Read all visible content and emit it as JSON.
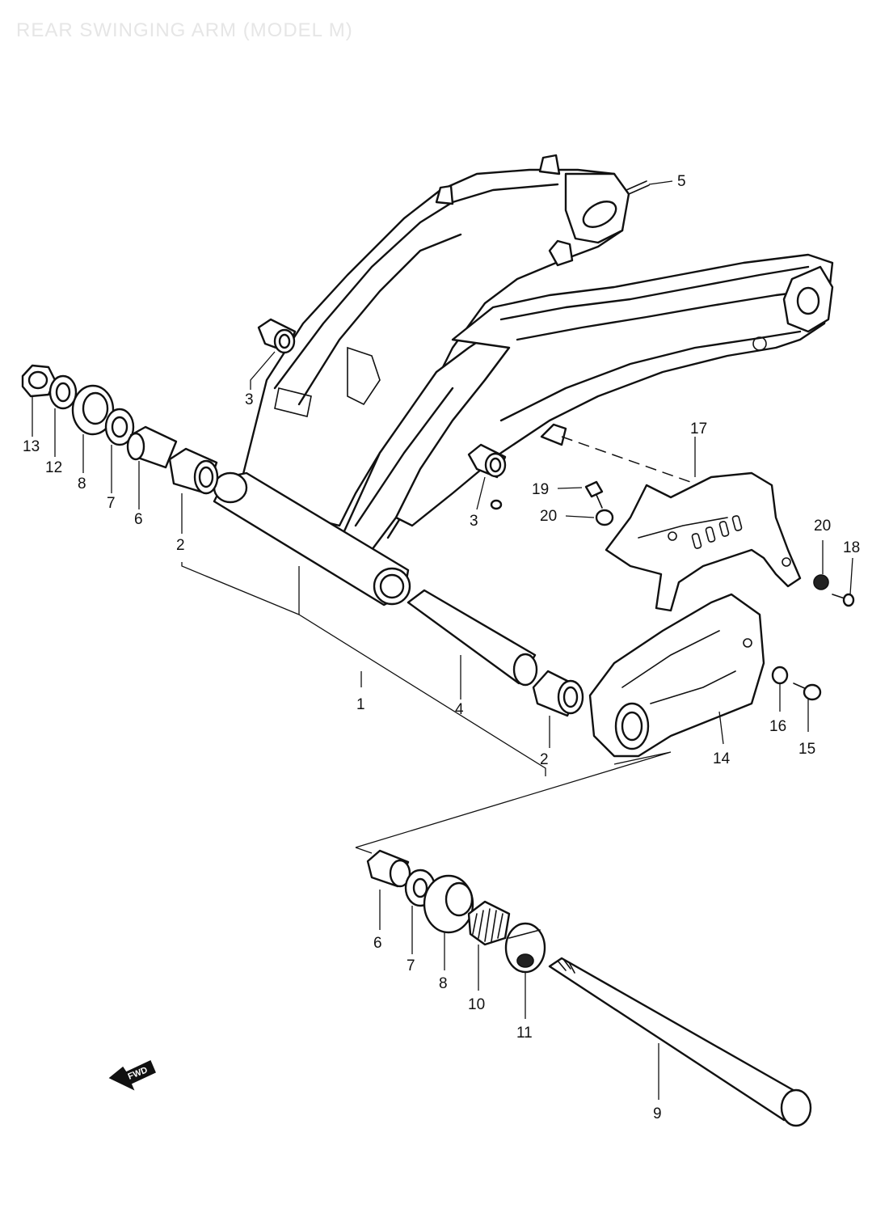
{
  "title": "REAR SWINGING ARM (MODEL M)",
  "forward_label": "FWD",
  "callouts": {
    "c1": "1",
    "c2a": "2",
    "c2b": "2",
    "c3a": "3",
    "c3b": "3",
    "c4": "4",
    "c5": "5",
    "c6a": "6",
    "c6b": "6",
    "c7a": "7",
    "c7b": "7",
    "c8a": "8",
    "c8b": "8",
    "c9": "9",
    "c10": "10",
    "c11": "11",
    "c12": "12",
    "c13": "13",
    "c14": "14",
    "c15": "15",
    "c16": "16",
    "c17": "17",
    "c18": "18",
    "c19": "19",
    "c20a": "20",
    "c20b": "20"
  }
}
